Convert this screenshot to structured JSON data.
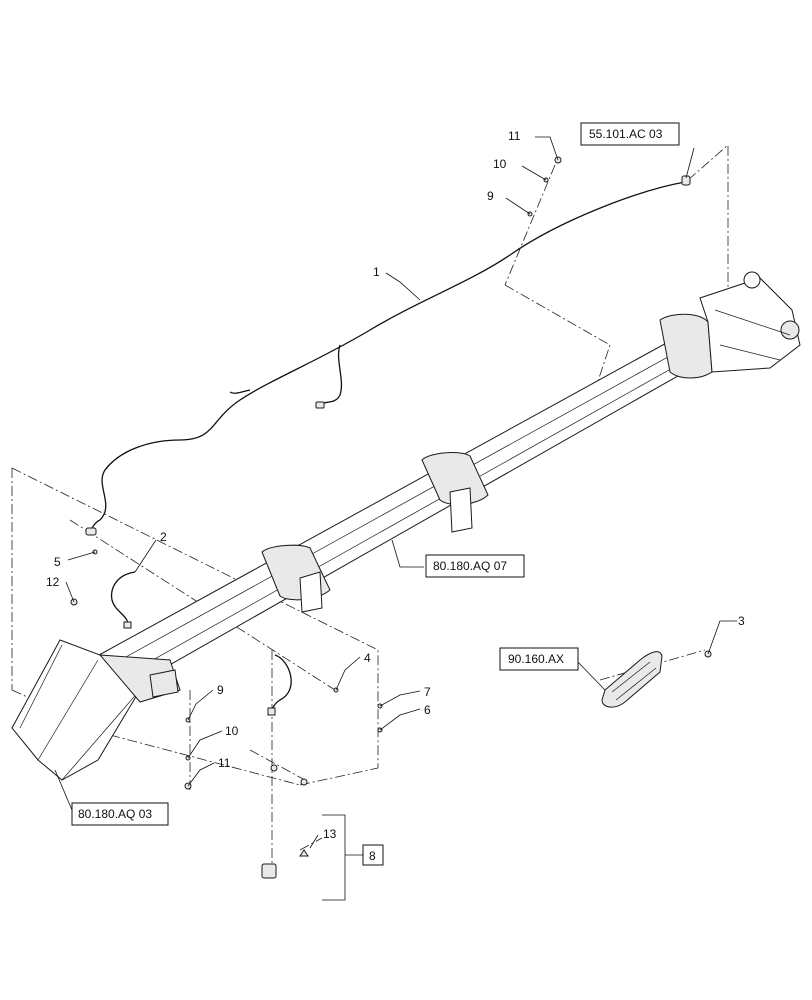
{
  "callouts": {
    "c1": "1",
    "c2": "2",
    "c3": "3",
    "c4": "4",
    "c5": "5",
    "c6": "6",
    "c7": "7",
    "c8": "8",
    "c9_top": "9",
    "c9_bot": "9",
    "c10_top": "10",
    "c10_bot": "10",
    "c11_top": "11",
    "c11_bot": "11",
    "c12": "12",
    "c13": "13"
  },
  "references": {
    "r_55101ac03": "55.101.AC 03",
    "r_80180aq07": "80.180.AQ 07",
    "r_90160ax": "90.160.AX",
    "r_80180aq03": "80.180.AQ 03"
  }
}
